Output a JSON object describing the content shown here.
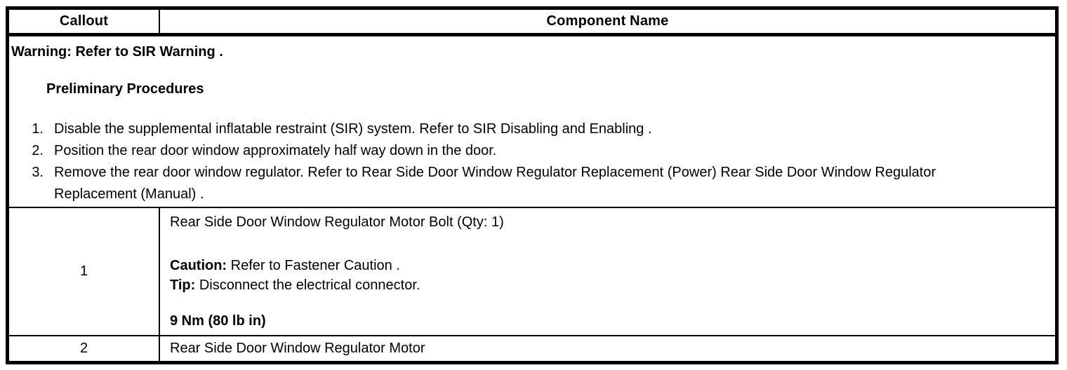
{
  "colors": {
    "background": "#ffffff",
    "border": "#000000",
    "text": "#000000"
  },
  "table": {
    "header": {
      "callout_label": "Callout",
      "component_label": "Component Name"
    },
    "preamble": {
      "warning": "Warning: Refer to SIR Warning .",
      "preliminary_title": "Preliminary Procedures",
      "steps": [
        {
          "num": "1.",
          "text": "Disable the supplemental inflatable restraint (SIR) system. Refer to SIR Disabling and Enabling ."
        },
        {
          "num": "2.",
          "text": "Position the rear door window approximately half way down in the door."
        },
        {
          "num": "3.",
          "text": "Remove the rear door window regulator. Refer to Rear Side Door Window Regulator Replacement (Power) Rear Side Door Window Regulator Replacement (Manual) ."
        }
      ]
    },
    "rows": [
      {
        "callout": "1",
        "component_name": "Rear Side Door Window Regulator Motor Bolt (Qty: 1)",
        "caution_label": "Caution:",
        "caution_text": " Refer to Fastener Caution .",
        "tip_label": "Tip:",
        "tip_text": " Disconnect the electrical connector.",
        "torque": "9 Nm (80 lb in)"
      },
      {
        "callout": "2",
        "component_name": "Rear Side Door Window Regulator Motor"
      }
    ]
  }
}
